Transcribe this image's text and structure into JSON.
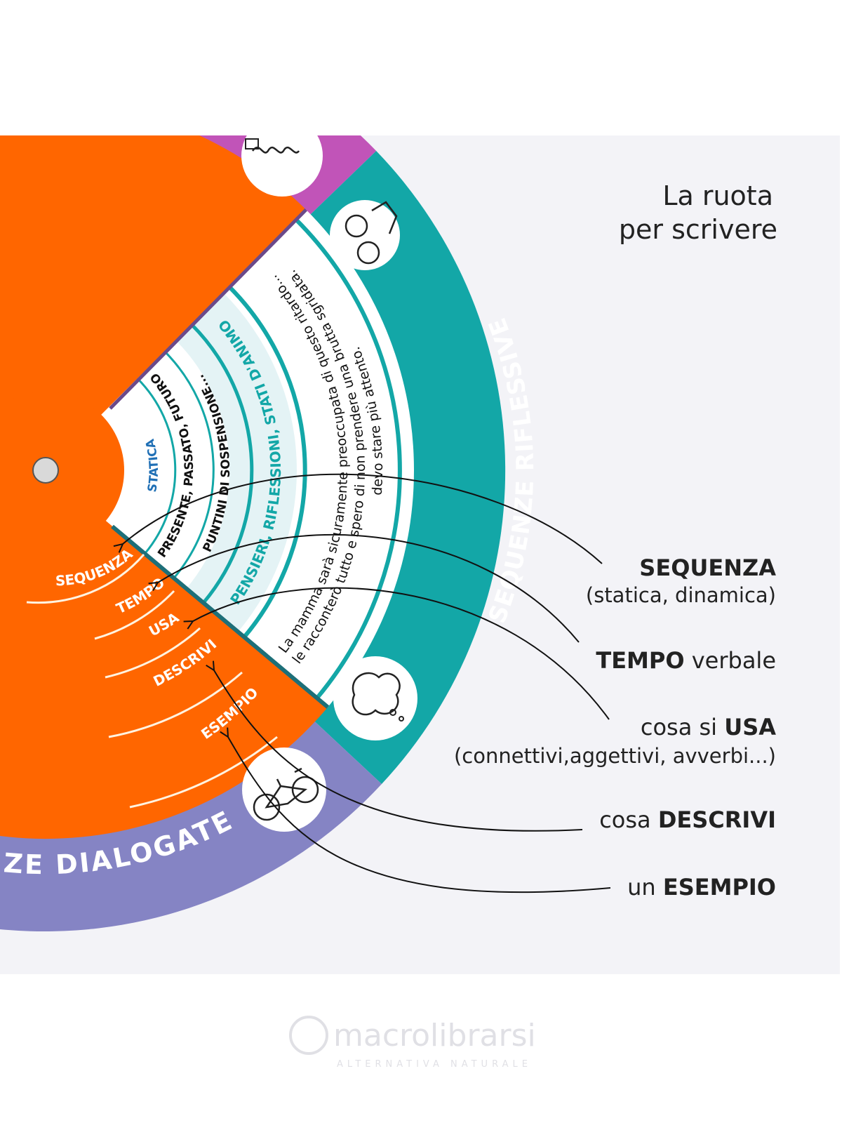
{
  "title": {
    "line1": "La ruota",
    "line2": "per scrivere"
  },
  "wheel": {
    "ring_labels": {
      "teal": "SEQUENZE RIFLESSIVE",
      "purple": "ZE DIALOGATE"
    },
    "window": {
      "sequence": "STATICA",
      "tense": "PRESENTE, PASSATO, FUTURO",
      "uses": "PUNTINI DI SOSPENSIONE...",
      "describes": "PENSIERI, RIFLESSIONI, STATI D'ANIMO",
      "example_lines": [
        "La mamma sarà sicuramente preoccupata di questo ritardo...",
        "le racconterò tutto e spero di non prendere una brutta sgridata.",
        "devo stare più attento."
      ]
    },
    "disc_labels": [
      "SEQUENZA",
      "TEMPO",
      "USA",
      "DESCRIVI",
      "ESEMPIO"
    ],
    "icons": [
      "writing-hand-icon",
      "arguing-faces-icon",
      "thought-cloud-icon",
      "bicycle-icon"
    ]
  },
  "legend": [
    {
      "pre": "",
      "bold": "SEQUENZA",
      "post": "",
      "sub": "(statica, dinamica)"
    },
    {
      "pre": "",
      "bold": "TEMPO",
      "post": " verbale",
      "sub": ""
    },
    {
      "pre": "cosa si ",
      "bold": "USA",
      "post": "",
      "sub": "(connettivi,aggettivi, avverbi...)"
    },
    {
      "pre": "cosa ",
      "bold": "DESCRIVI",
      "post": "",
      "sub": ""
    },
    {
      "pre": "un ",
      "bold": "ESEMPIO",
      "post": "",
      "sub": ""
    }
  ],
  "watermark": {
    "brand": "macrolibrarsi",
    "tagline": "ALTERNATIVA NATURALE"
  },
  "colors": {
    "orange": "#ff6600",
    "teal": "#13a7a7",
    "purple": "#8584c4",
    "magenta": "#c154b8",
    "panel": "#f3f3f7"
  }
}
